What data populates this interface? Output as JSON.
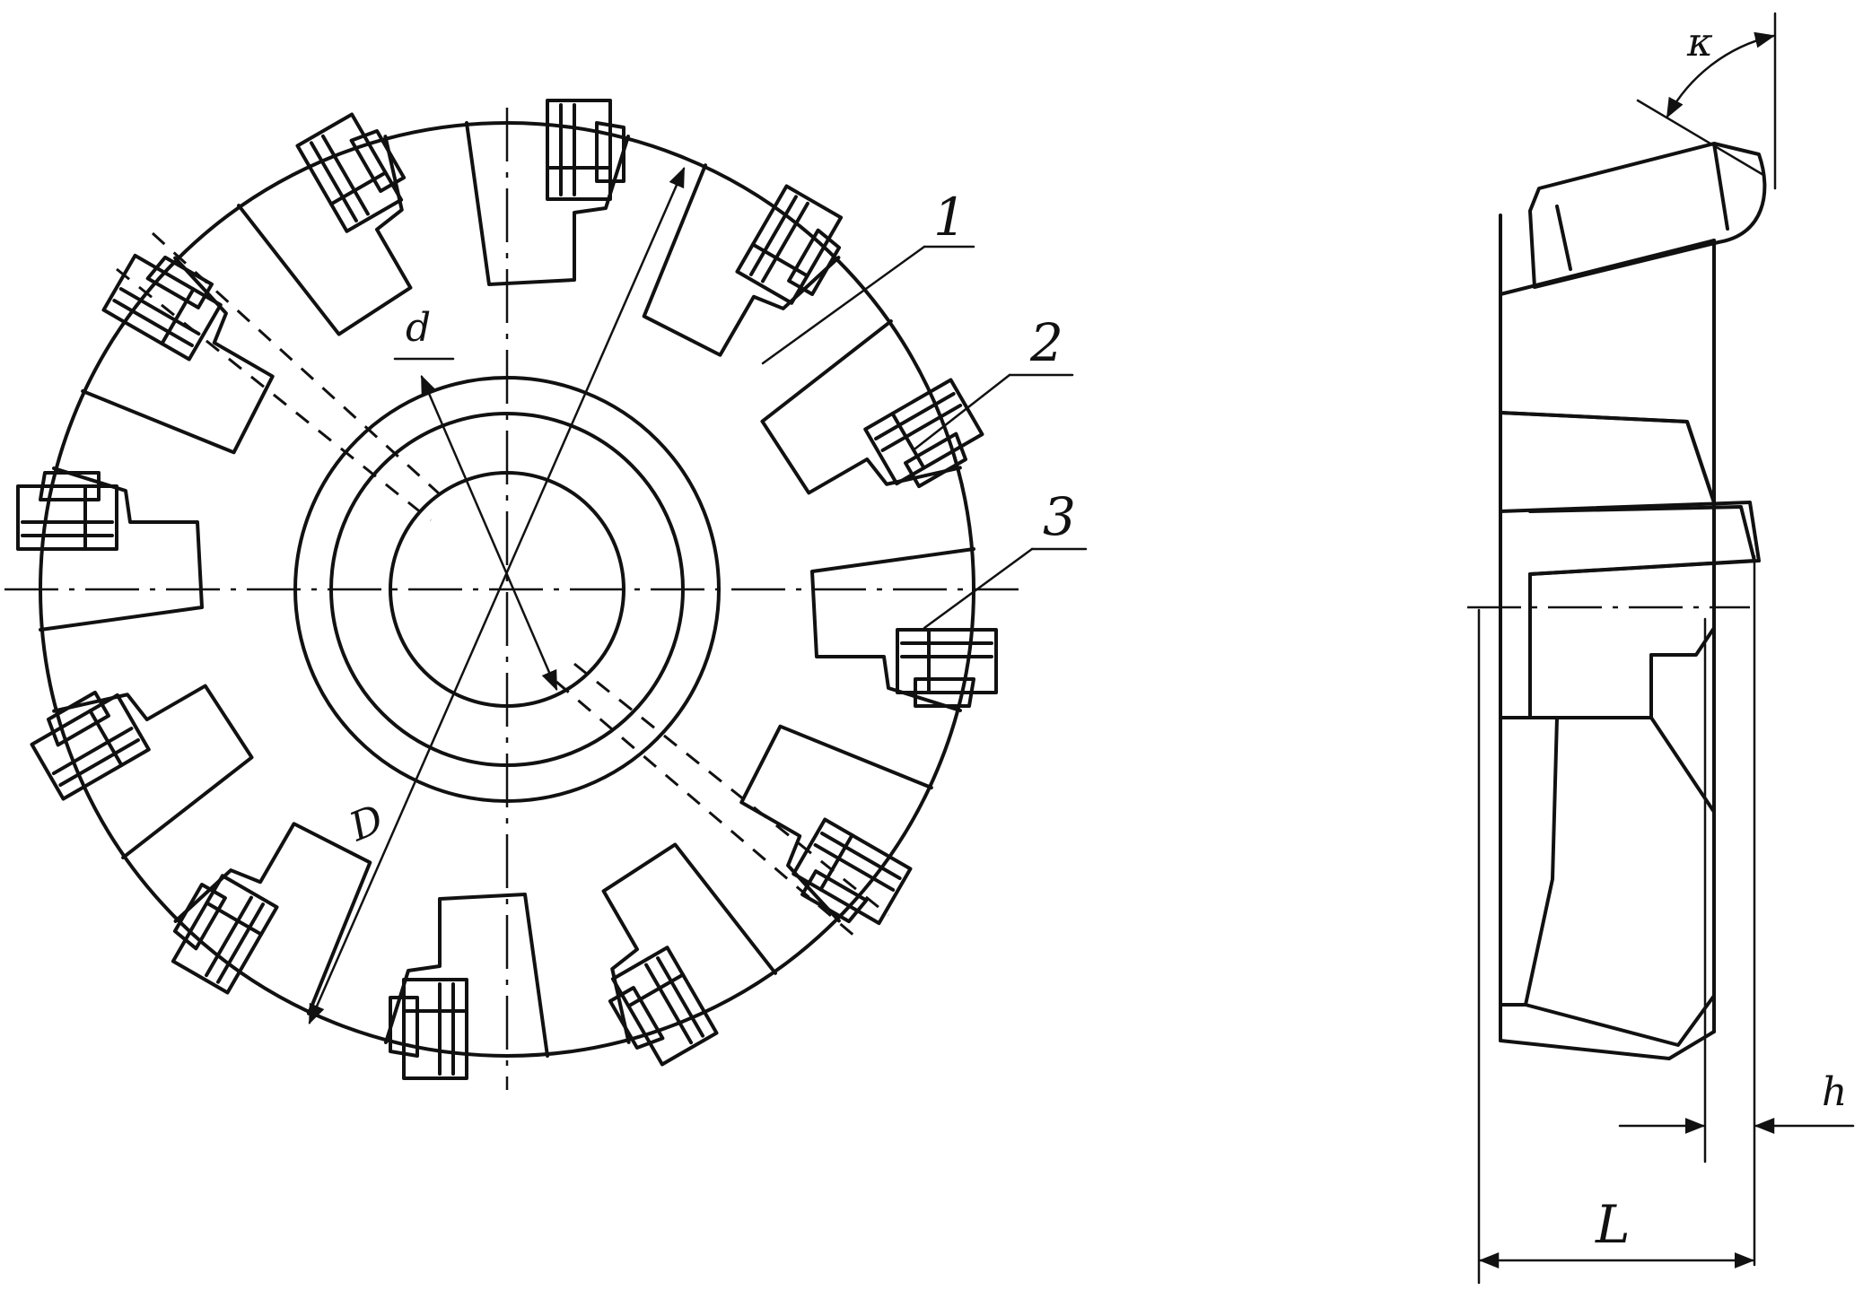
{
  "labels": {
    "callout_1": "1",
    "callout_2": "2",
    "callout_3": "3",
    "dim_d": "d",
    "dim_D": "D",
    "angle_kappa": "κ",
    "dim_h": "h",
    "dim_L": "L"
  },
  "colors": {
    "ink": "#111111",
    "paper": "#ffffff"
  },
  "parts": {
    "cutter_inserts": 12
  }
}
